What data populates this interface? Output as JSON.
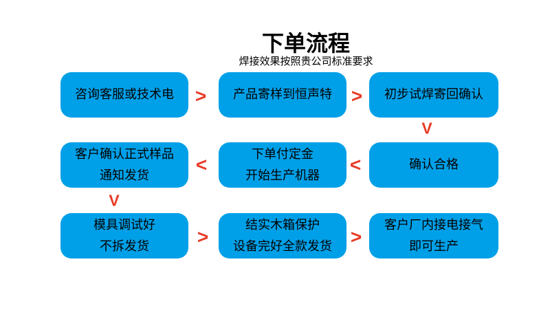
{
  "header": {
    "title": "下单流程",
    "subtitle": "焊接效果按照贵公司标准要求"
  },
  "colors": {
    "box_fill": "#00a0e8",
    "arrow_red": "#e73c25",
    "box_text": "#000000",
    "title_text": "#000000",
    "page_bg": "#ffffff"
  },
  "flowchart": {
    "steps": [
      {
        "line1": "咨询客服或技术电",
        "line2": ""
      },
      {
        "line1": "产品寄样到恒声特",
        "line2": ""
      },
      {
        "line1": "初步试焊寄回确认",
        "line2": ""
      },
      {
        "line1": "客户确认正式样品",
        "line2": "通知发货"
      },
      {
        "line1": "下单付定金",
        "line2": "开始生产机器"
      },
      {
        "line1": "确认合格",
        "line2": ""
      },
      {
        "line1": "模具调试好",
        "line2": "不拆发货"
      },
      {
        "line1": "结实木箱保护",
        "line2": "设备完好全款发货"
      },
      {
        "line1": "客户厂内接电接气",
        "line2": "即可生产"
      }
    ],
    "arrow_glyphs": {
      "right": ">",
      "left": "<",
      "down": "V"
    }
  }
}
